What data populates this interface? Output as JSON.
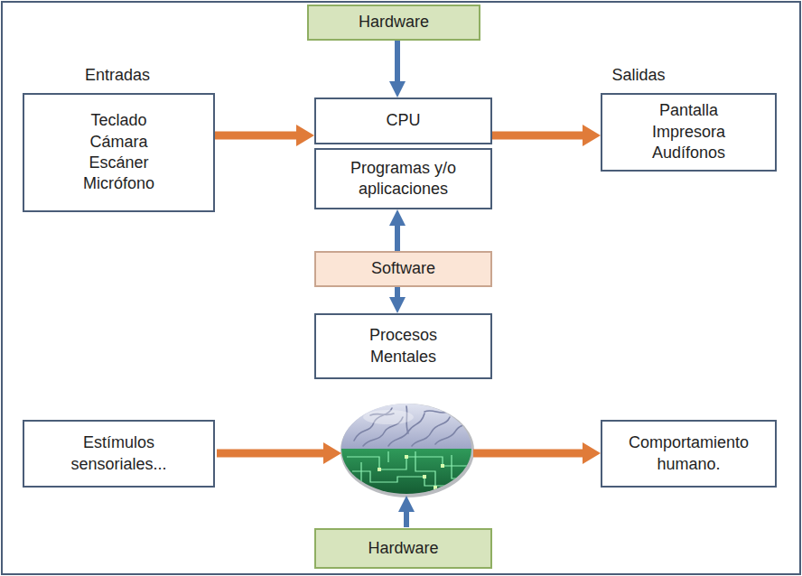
{
  "diagram": {
    "nodes": [
      {
        "text": [
          "Hardware"
        ]
      },
      {
        "text": [
          "Entradas",
          "Teclado Cámara Escáner Micrófono"
        ]
      },
      {
        "text": [
          "CPU"
        ]
      },
      {
        "text": [
          "Programas y/o aplicaciones"
        ]
      },
      {
        "text": [
          "Salidas",
          "Pantalla Impresora Audífonos"
        ]
      },
      {
        "text": [
          "Software"
        ]
      },
      {
        "text": [
          "Procesos Mentales"
        ]
      },
      {
        "text": [
          "Estímulos sensoriales..."
        ]
      },
      {
        "text": [
          "Comportamiento humano."
        ]
      },
      {
        "text": [
          "Hardware"
        ]
      }
    ],
    "edges": [
      {
        "from": 0,
        "to": 2,
        "arrow": "to"
      },
      {
        "from": 1,
        "to": 2,
        "arrow": "to"
      },
      {
        "from": 2,
        "to": 4,
        "arrow": "to"
      },
      {
        "from": 5,
        "to": 3,
        "arrow": "to"
      },
      {
        "from": 5,
        "to": 6,
        "arrow": "to"
      }
    ]
  }
}
